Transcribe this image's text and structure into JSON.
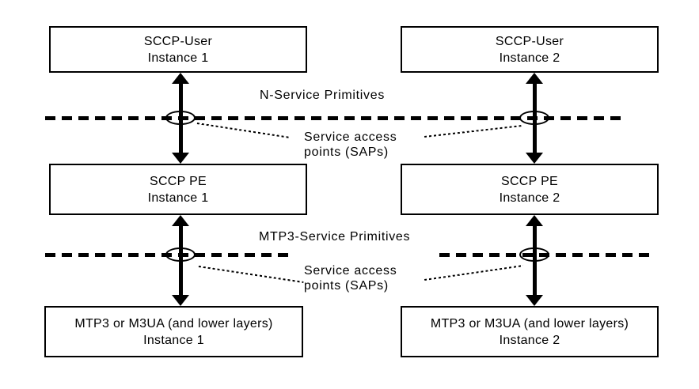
{
  "diagram": {
    "colors": {
      "background": "#ffffff",
      "line": "#000000",
      "text": "#000000"
    },
    "boxes": [
      {
        "name": "sccp-user-instance-1",
        "line1": "SCCP-User",
        "line2": "Instance 1"
      },
      {
        "name": "sccp-user-instance-2",
        "line1": "SCCP-User",
        "line2": "Instance 2"
      },
      {
        "name": "sccp-pe-instance-1",
        "line1": "SCCP PE",
        "line2": "Instance 1"
      },
      {
        "name": "sccp-pe-instance-2",
        "line1": "SCCP PE",
        "line2": "Instance 2"
      },
      {
        "name": "mtp3-instance-1",
        "line1": "MTP3 or M3UA (and lower layers)",
        "line2": "Instance 1"
      },
      {
        "name": "mtp3-instance-2",
        "line1": "MTP3 or M3UA (and lower layers)",
        "line2": "Instance 2"
      }
    ],
    "labels": {
      "n_service_primitives": "N-Service Primitives",
      "mtp3_service_primitives": "MTP3-Service Primitives",
      "sap_upper": {
        "line1": "Service access",
        "line2": "points (SAPs)"
      },
      "sap_lower": {
        "line1": "Service access",
        "line2": "points (SAPs)"
      }
    }
  }
}
